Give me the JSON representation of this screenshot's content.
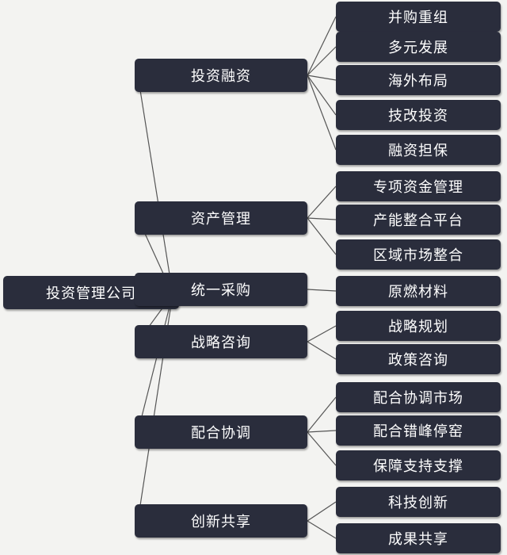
{
  "root": {
    "label": "投资管理公司"
  },
  "branches": [
    {
      "label": "投资融资",
      "children": [
        "并购重组",
        "多元发展",
        "海外布局",
        "技改投资",
        "融资担保"
      ]
    },
    {
      "label": "资产管理",
      "children": [
        "专项资金管理",
        "产能整合平台",
        "区域市场整合"
      ]
    },
    {
      "label": "统一采购",
      "children": [
        "原燃材料"
      ]
    },
    {
      "label": "战略咨询",
      "children": [
        "战略规划",
        "政策咨询"
      ]
    },
    {
      "label": "配合协调",
      "children": [
        "配合协调市场",
        "配合错峰停窑",
        "保障支持支撑"
      ]
    },
    {
      "label": "创新共享",
      "children": [
        "科技创新",
        "成果共享"
      ]
    }
  ],
  "colors": {
    "node_fill": "#2a2d3c",
    "node_text": "#ffffff",
    "line": "#555555",
    "background": "#f3f3f1"
  }
}
